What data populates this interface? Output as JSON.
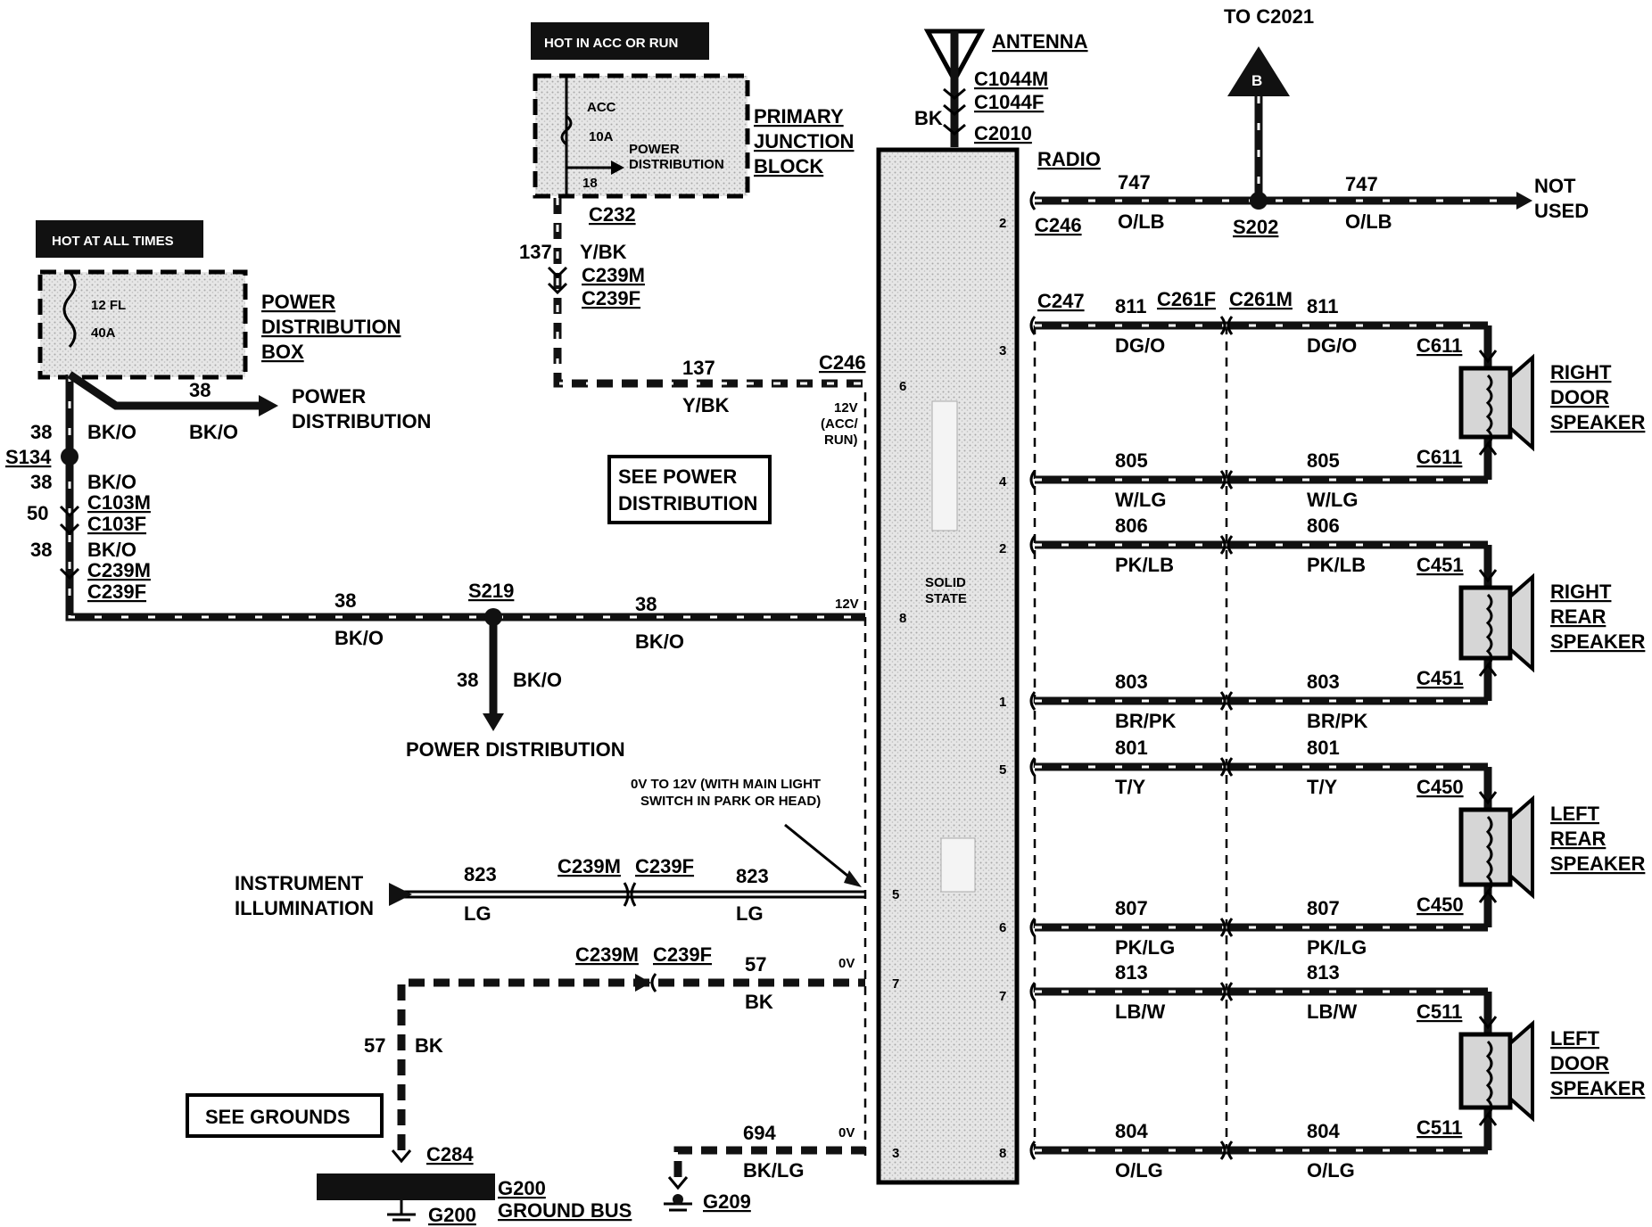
{
  "header_boxes": {
    "hot_acc_run": "HOT IN ACC OR RUN",
    "hot_all_times": "HOT AT ALL TIMES"
  },
  "primary_junction": {
    "label_1": "PRIMARY",
    "label_2": "JUNCTION",
    "label_3": "BLOCK",
    "acc": "ACC",
    "fuse": "10A",
    "pd_1": "POWER",
    "pd_2": "DISTRIBUTION",
    "pin": "18",
    "connector": "C232"
  },
  "power_box": {
    "label_1": "POWER",
    "label_2": "DISTRIBUTION",
    "label_3": "BOX",
    "fuse_1": "12 FL",
    "fuse_2": "40A"
  },
  "antenna": {
    "label": "ANTENNA",
    "c1": "C1044M",
    "c2": "C1044F",
    "wire": "BK",
    "c3": "C2010"
  },
  "to_c2021": "TO C2021",
  "b_marker": "B",
  "radio": {
    "label": "RADIO",
    "solid_1": "SOLID",
    "solid_2": "STATE",
    "pins_left": [
      "6",
      "8",
      "5",
      "7",
      "3"
    ],
    "pins_right": [
      "2",
      "3",
      "4",
      "2",
      "1",
      "5",
      "6",
      "7",
      "8"
    ]
  },
  "top_wire": {
    "left_num": "747",
    "left_color": "O/LB",
    "right_num": "747",
    "right_color": "O/LB",
    "connector": "C246",
    "splice": "S202",
    "not_1": "NOT",
    "not_2": "USED"
  },
  "feed_137": {
    "num_a": "137",
    "color_a": "Y/BK",
    "c_m": "C239M",
    "c_f": "C239F",
    "num_b": "137",
    "color_b": "Y/BK",
    "connector": "C246",
    "v1": "12V",
    "v2": "(ACC/",
    "v3": "RUN)"
  },
  "feed_38": {
    "pd_num": "38",
    "pd_color": "BK/O",
    "pd_label_1": "POWER",
    "pd_label_2": "DISTRIBUTION",
    "n1": "38",
    "c1": "BK/O",
    "s134": "S134",
    "n2": "38",
    "c2": "BK/O",
    "c103m": "C103M",
    "n3": "50",
    "c103f": "C103F",
    "n4": "38",
    "c4": "BK/O",
    "c239m": "C239M",
    "c239f": "C239F",
    "h1_num": "38",
    "h1_color": "BK/O",
    "s219": "S219",
    "h2_num": "38",
    "h2_color": "BK/O",
    "v12": "12V",
    "down_num": "38",
    "down_color": "BK/O",
    "down_label": "POWER DISTRIBUTION"
  },
  "see_power": {
    "line_1": "SEE POWER",
    "line_2": "DISTRIBUTION"
  },
  "illumination": {
    "note_1": "0V TO 12V (WITH MAIN LIGHT",
    "note_2": "SWITCH IN PARK OR HEAD)",
    "label_1": "INSTRUMENT",
    "label_2": "ILLUMINATION",
    "n1": "823",
    "c1": "LG",
    "cm": "C239M",
    "cf": "C239F",
    "n2": "823",
    "c2": "LG"
  },
  "ground": {
    "cm": "C239M",
    "cf": "C239F",
    "n1": "57",
    "c1": "BK",
    "v0": "0V",
    "n2": "57",
    "c2": "BK",
    "see": "SEE GROUNDS",
    "c284": "C284",
    "g200": "G200",
    "bus": "GROUND BUS",
    "g200b": "G200",
    "n694": "694",
    "c694": "BK/LG",
    "v0b": "0V",
    "g209": "G209"
  },
  "speaker_wires": [
    {
      "num": "811",
      "color": "DG/O"
    },
    {
      "num": "805",
      "color": "W/LG"
    },
    {
      "num": "806",
      "color": "PK/LB"
    },
    {
      "num": "803",
      "color": "BR/PK"
    },
    {
      "num": "801",
      "color": "T/Y"
    },
    {
      "num": "807",
      "color": "PK/LG"
    },
    {
      "num": "813",
      "color": "LB/W"
    },
    {
      "num": "804",
      "color": "O/LG"
    }
  ],
  "speaker_connectors": {
    "c247": "C247",
    "c261f": "C261F",
    "c261m": "C261M"
  },
  "speakers": [
    {
      "l1": "RIGHT",
      "l2": "DOOR",
      "l3": "SPEAKER",
      "conn": "C611"
    },
    {
      "l1": "RIGHT",
      "l2": "REAR",
      "l3": "SPEAKER",
      "conn": "C451"
    },
    {
      "l1": "LEFT",
      "l2": "REAR",
      "l3": "SPEAKER",
      "conn": "C450"
    },
    {
      "l1": "LEFT",
      "l2": "DOOR",
      "l3": "SPEAKER",
      "conn": "C511"
    }
  ]
}
